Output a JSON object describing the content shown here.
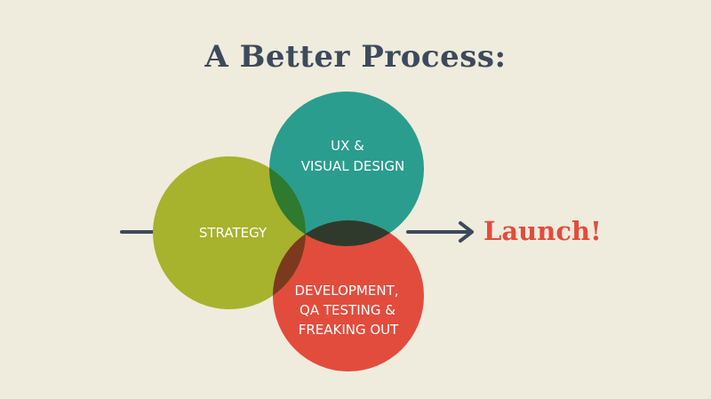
{
  "title": "A Better Process:",
  "circles": {
    "strategy": {
      "label": "STRATEGY",
      "color": "#a7b22d"
    },
    "ux": {
      "label_lines": [
        "UX &",
        "VISUAL DESIGN"
      ],
      "color": "#2a9d8f"
    },
    "development": {
      "label_lines": [
        "DEVELOPMENT,",
        "QA TESTING &",
        "FREAKING OUT"
      ],
      "color": "#e24c3c"
    }
  },
  "colors": {
    "background": "#efecdd",
    "title": "#3d4a5c",
    "arrow": "#3d4a5c",
    "overlap_center": "#2f3a2c"
  },
  "outcome": {
    "label": "Launch!",
    "color": "#e24c3c"
  }
}
